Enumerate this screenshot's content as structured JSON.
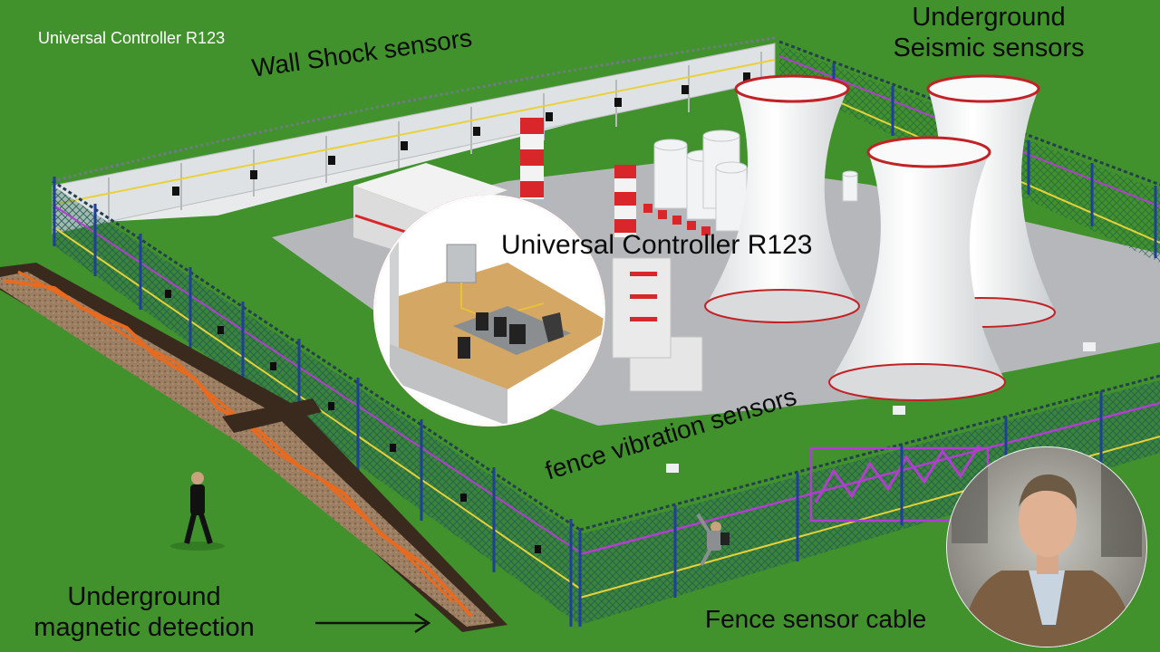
{
  "video": {
    "corner_title": "Universal Controller R123"
  },
  "labels": {
    "wall_shock": "Wall Shock sensors",
    "seismic_line1": "Underground",
    "seismic_line2": "Seismic sensors",
    "controller": "Universal Controller R123",
    "fence_vibration": "fence vibration sensors",
    "magnetic_line1": "Underground",
    "magnetic_line2": "magnetic detection",
    "fence_cable": "Fence sensor cable"
  },
  "colors": {
    "grass": "#3f8f2a",
    "fence_mesh": "#2f6a5a",
    "fence_post": "#1f3f9a",
    "sensor_cable_yellow": "#e8d13a",
    "sensor_cable_purple": "#b33dd0",
    "magnetic_cable_orange": "#e86a1e",
    "chimney_red": "#d8262a"
  }
}
